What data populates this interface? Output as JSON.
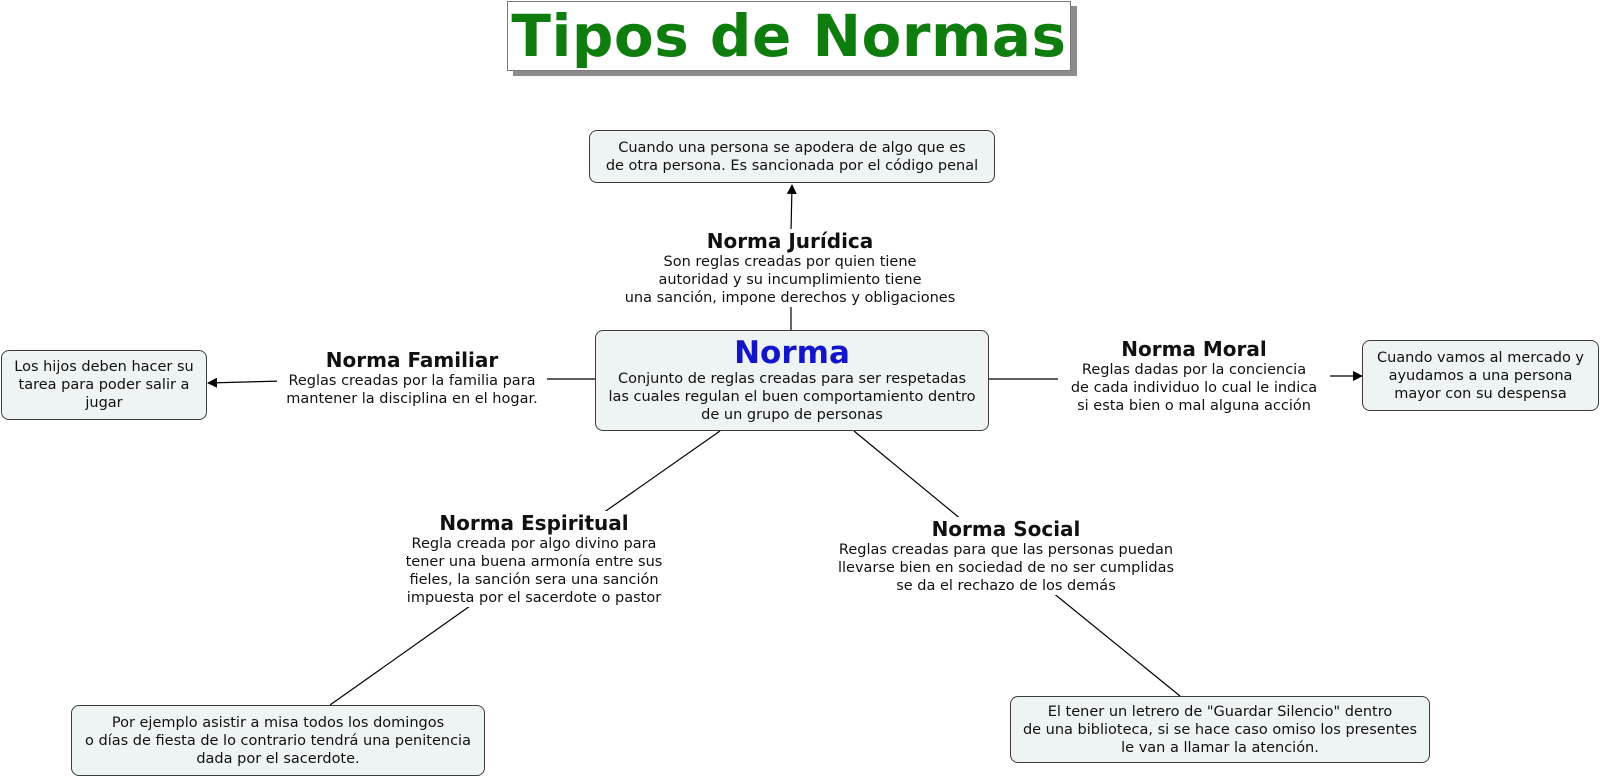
{
  "title": "Tipos de Normas",
  "center": {
    "label": "Norma",
    "description": [
      "Conjunto de reglas creadas para ser respetadas",
      "las cuales regulan el buen comportamiento dentro",
      "de un grupo de personas"
    ]
  },
  "juridica": {
    "label": "Norma Jurídica",
    "description": [
      "Son reglas creadas por quien tiene",
      "autoridad y su incumplimiento tiene",
      "una sanción, impone derechos y obligaciones"
    ],
    "example": [
      "Cuando una persona se apodera de algo que es",
      "de otra persona. Es sancionada por el código penal"
    ]
  },
  "familiar": {
    "label": "Norma Familiar",
    "description": [
      "Reglas creadas por la familia para",
      "mantener la disciplina en el hogar."
    ],
    "example": [
      "Los hijos deben hacer su",
      "tarea para poder salir a",
      "jugar"
    ]
  },
  "moral": {
    "label": "Norma Moral",
    "description": [
      "Reglas dadas por la conciencia",
      "de cada individuo lo cual le indica",
      "si esta bien o mal alguna acción"
    ],
    "example": [
      "Cuando vamos al mercado y",
      "ayudamos a una persona",
      "mayor con su despensa"
    ]
  },
  "espiritual": {
    "label": "Norma Espiritual",
    "description": [
      "Regla creada por algo divino para",
      "tener una buena armonía entre sus",
      "fieles, la sanción sera una sanción",
      "impuesta por el sacerdote o pastor"
    ],
    "example": [
      "Por ejemplo asistir a misa todos los domingos",
      "o días de fiesta de lo contrario tendrá una penitencia",
      "dada por el sacerdote."
    ]
  },
  "social": {
    "label": "Norma Social",
    "description": [
      "Reglas creadas para que las personas puedan",
      "llevarse bien en sociedad de no ser cumplidas",
      "se da el rechazo de los demás"
    ],
    "example": [
      "El tener un letrero de \"Guardar Silencio\" dentro",
      "de una biblioteca, si se hace caso omiso los presentes",
      "le van a llamar la atención."
    ]
  },
  "colors": {
    "title": "#0e7d0e",
    "center_label": "#1414c8",
    "box_fill": "#eef3f4"
  }
}
